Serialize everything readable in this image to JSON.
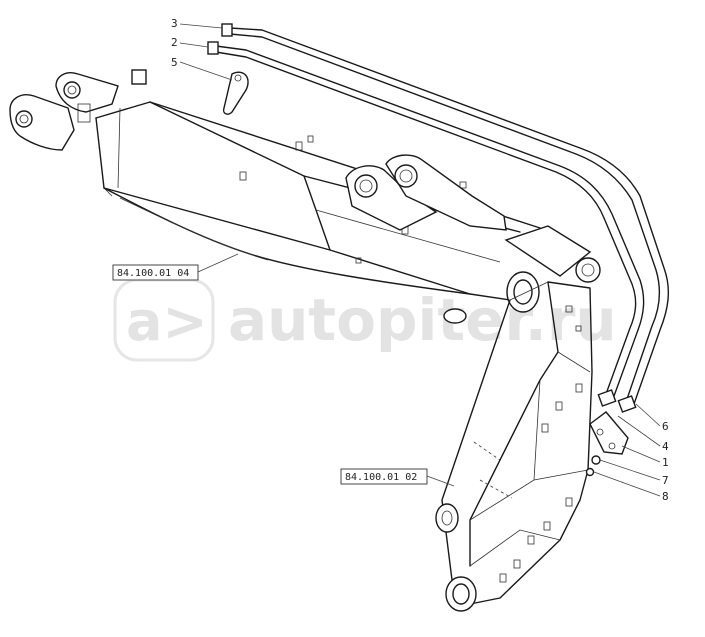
{
  "callouts_top": [
    "3",
    "2",
    "5"
  ],
  "callouts_right": [
    "6",
    "4",
    "1",
    "7",
    "8"
  ],
  "ref_labels": {
    "boom": "84.100.01 04",
    "arm": "84.100.01 02"
  },
  "watermark": {
    "logo": "a>",
    "text": "autopiter.ru"
  }
}
